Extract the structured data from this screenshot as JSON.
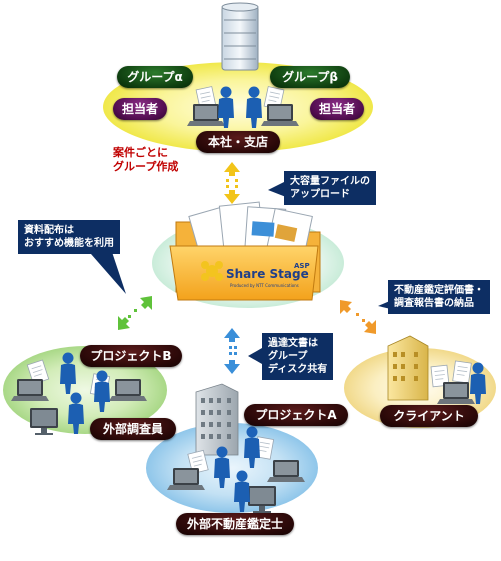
{
  "groups": {
    "alpha": "グループα",
    "beta": "グループβ",
    "person_left": "担当者",
    "person_right": "担当者",
    "hq": "本社・支店"
  },
  "annotation": {
    "group_creation_line1": "案件ごとに",
    "group_creation_line2": "グループ作成"
  },
  "callouts": {
    "upload_line1": "大容量ファイルの",
    "upload_line2": "アップロード",
    "distribution_line1": "資料配布は",
    "distribution_line2": "おすすめ機能を利用",
    "delivery_line1": "不動産鑑定評価書・",
    "delivery_line2": "調査報告書の納品",
    "shared_line1": "過達文書は",
    "shared_line2": "グループ",
    "shared_line3": "ディスク共有"
  },
  "logo": {
    "name": "Share Stage",
    "suffix": "ASP",
    "tagline": "Produced by NTT Communications"
  },
  "nodes": {
    "project_b": "プロジェクトB",
    "external_investigator": "外部調査員",
    "project_a": "プロジェクトA",
    "external_appraiser": "外部不動産鑑定士",
    "client": "クライアント"
  },
  "colors": {
    "hq_ellipse": "#f4f070",
    "left_ellipse": "#bfe3a0",
    "bottom_ellipse": "#a8d2ee",
    "client_ellipse": "#f6e6a8",
    "callout_bg": "#0d2e63",
    "arrow_yellow": "#f2c419",
    "arrow_green": "#5fc23a",
    "arrow_blue": "#3a8fd9",
    "arrow_orange": "#f09a2b"
  }
}
